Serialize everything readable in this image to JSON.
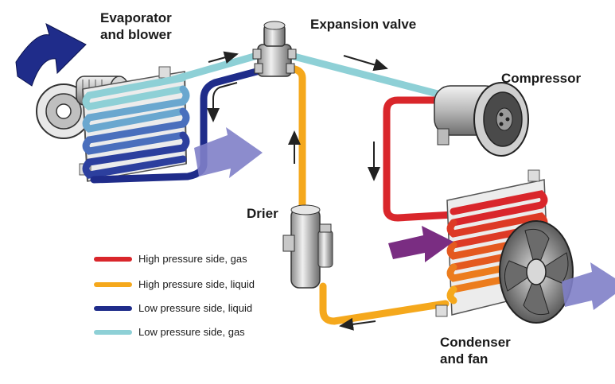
{
  "labels": {
    "evaporator": [
      "Evaporator",
      "and blower"
    ],
    "expansion_valve": "Expansion valve",
    "compressor": "Compressor",
    "drier": "Drier",
    "condenser": [
      "Condenser",
      "and fan"
    ]
  },
  "legend": [
    {
      "label": "High pressure side, gas",
      "color": "#d9262b"
    },
    {
      "label": "High pressure side, liquid",
      "color": "#f5a81c"
    },
    {
      "label": "Low pressure side, liquid",
      "color": "#1f2c8a"
    },
    {
      "label": "Low pressure side, gas",
      "color": "#8ed0d6"
    }
  ],
  "colors": {
    "air_flow_arrow": "#7f7fc8",
    "exhaust_arrow": "#1f2c8a",
    "flow_arrow": "#222222"
  }
}
